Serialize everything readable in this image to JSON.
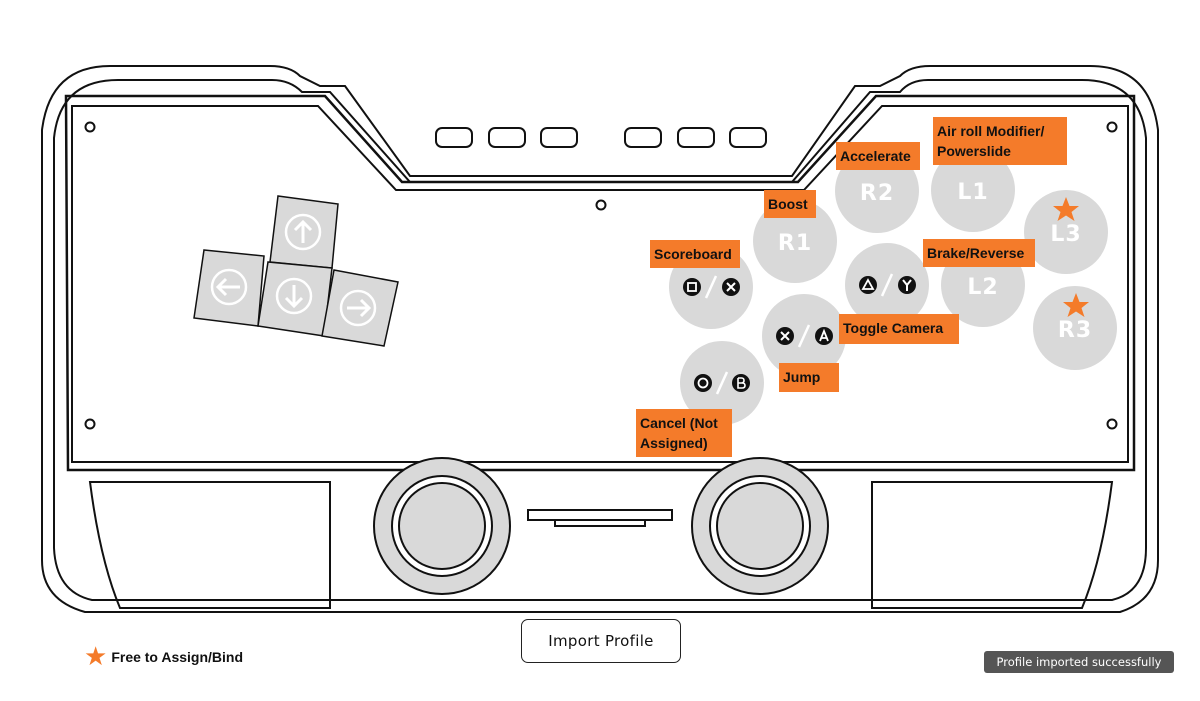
{
  "colors": {
    "accent": "#f47b2a",
    "button_fill": "#d9d9d9",
    "outline": "#111111",
    "toast_bg": "#555555"
  },
  "buttons": {
    "r2": "R2",
    "l1": "L1",
    "r1": "R1",
    "l3": "L3",
    "l2": "L2",
    "r3": "R3"
  },
  "face_buttons": {
    "square_x": [
      "square-icon",
      "x-icon"
    ],
    "triangle_y": [
      "triangle-icon",
      "y-icon"
    ],
    "cross_a": [
      "cross-icon",
      "a-icon"
    ],
    "circle_b": [
      "circle-icon",
      "b-icon"
    ]
  },
  "dpad_icons": [
    "arrow-up-icon",
    "arrow-left-icon",
    "arrow-down-icon",
    "arrow-right-icon"
  ],
  "labels": {
    "accelerate": "Accelerate",
    "air_roll_line1": "Air roll Modifier/",
    "air_roll_line2": "Powerslide",
    "boost": "Boost",
    "scoreboard": "Scoreboard",
    "brake_reverse": "Brake/Reverse",
    "toggle_camera": "Toggle Camera",
    "jump": "Jump",
    "cancel_line1": "Cancel (Not",
    "cancel_line2": "Assigned)"
  },
  "import_button": "Import Profile",
  "legend": "Free to Assign/Bind",
  "toast": "Profile imported successfully",
  "free_buttons": [
    "L3",
    "R3"
  ]
}
